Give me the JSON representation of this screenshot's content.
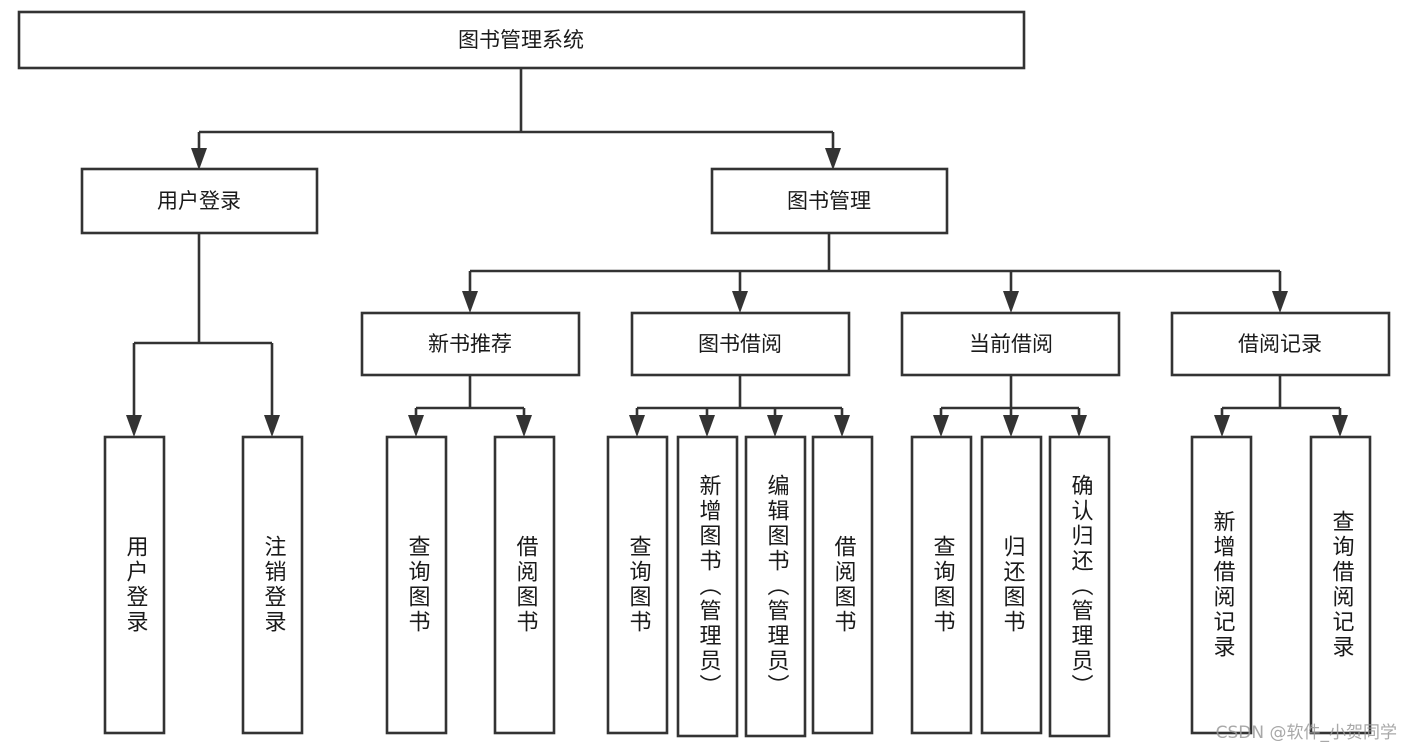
{
  "diagram": {
    "title": "图书管理系统",
    "type": "hierarchy-tree",
    "orientation": "top-down",
    "colors": {
      "box_stroke": "#333333",
      "box_fill": "#ffffff",
      "text": "#1a1a1a",
      "background": "#ffffff",
      "watermark": "#9a9a9a"
    },
    "root": {
      "label": "图书管理系统"
    },
    "level2": [
      {
        "label": "用户登录"
      },
      {
        "label": "图书管理"
      }
    ],
    "level3": [
      {
        "label": "新书推荐"
      },
      {
        "label": "图书借阅"
      },
      {
        "label": "当前借阅"
      },
      {
        "label": "借阅记录"
      }
    ],
    "leaves": {
      "user_login": [
        {
          "label": "用户登录"
        },
        {
          "label": "注销登录"
        }
      ],
      "new_book_recommend": [
        {
          "label": "查询图书"
        },
        {
          "label": "借阅图书"
        }
      ],
      "book_borrow": [
        {
          "label": "查询图书"
        },
        {
          "label": "新增图书（管理员）"
        },
        {
          "label": "编辑图书（管理员）"
        },
        {
          "label": "借阅图书"
        }
      ],
      "current_borrow": [
        {
          "label": "查询图书"
        },
        {
          "label": "归还图书"
        },
        {
          "label": "确认归还（管理员）"
        }
      ],
      "borrow_record": [
        {
          "label": "新增借阅记录"
        },
        {
          "label": "查询借阅记录"
        }
      ]
    }
  },
  "watermark": {
    "text": "CSDN @软件_小贺同学"
  }
}
